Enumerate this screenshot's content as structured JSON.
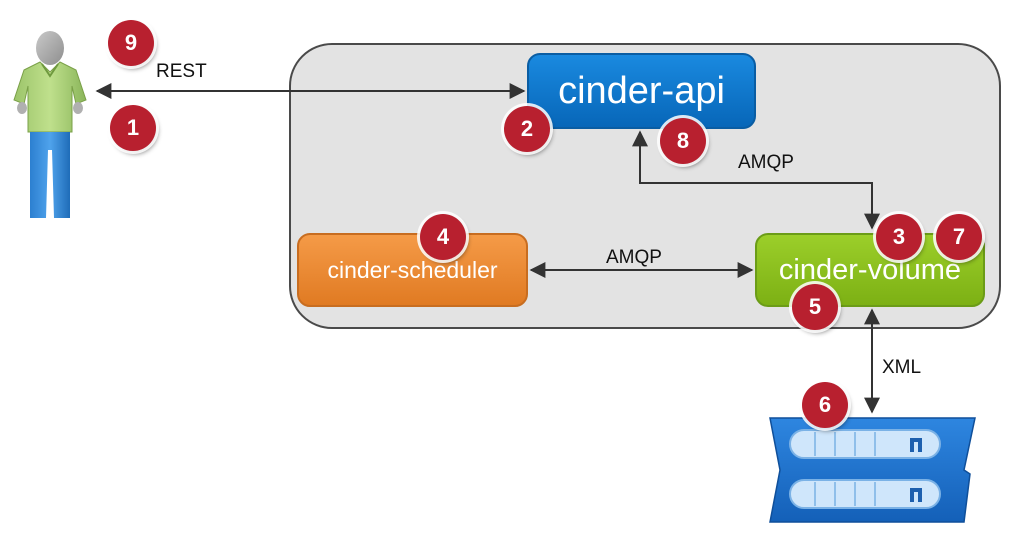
{
  "nodes": {
    "api": {
      "label": "cinder-api",
      "color": "#0a7ad0"
    },
    "scheduler": {
      "label": "cinder-scheduler",
      "color": "#f08a32"
    },
    "volume": {
      "label": "cinder-volume",
      "color": "#8dc21f"
    }
  },
  "edges": {
    "rest": "REST",
    "amqp_api_volume": "AMQP",
    "amqp_scheduler_volume": "AMQP",
    "xml": "XML"
  },
  "steps": [
    "1",
    "2",
    "3",
    "4",
    "5",
    "6",
    "7",
    "8",
    "9"
  ],
  "icons": {
    "user": "person-icon",
    "storage": "storage-array-icon"
  },
  "colors": {
    "container_bg": "#e3e3e3",
    "badge": "#b8202f",
    "arrow": "#333333"
  }
}
